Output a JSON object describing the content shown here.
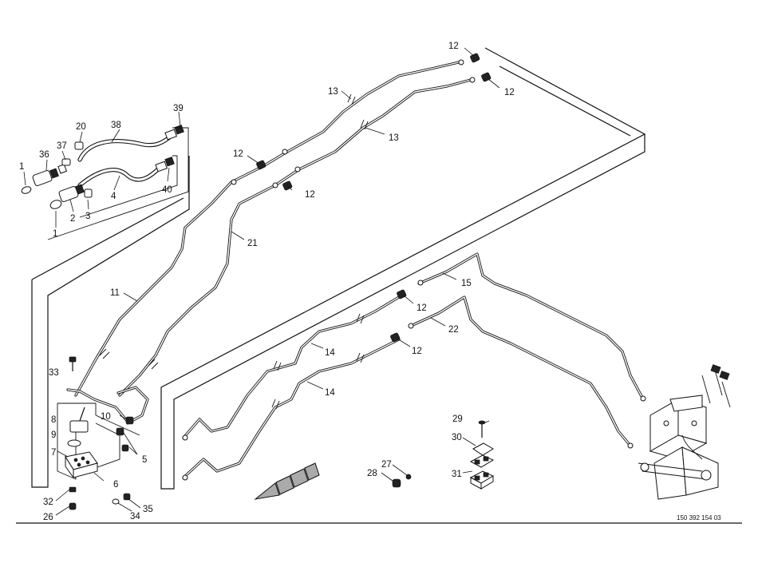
{
  "doc_number": "150 392 154 03",
  "callouts": [
    {
      "id": "c12a",
      "text": "12"
    },
    {
      "id": "c12b",
      "text": "12"
    },
    {
      "id": "c12c",
      "text": "12"
    },
    {
      "id": "c12d",
      "text": "12"
    },
    {
      "id": "c12e",
      "text": "12"
    },
    {
      "id": "c12f",
      "text": "12"
    },
    {
      "id": "c13a",
      "text": "13"
    },
    {
      "id": "c13b",
      "text": "13"
    },
    {
      "id": "c39",
      "text": "39"
    },
    {
      "id": "c38",
      "text": "38"
    },
    {
      "id": "c20",
      "text": "20"
    },
    {
      "id": "c36",
      "text": "36"
    },
    {
      "id": "c37",
      "text": "37"
    },
    {
      "id": "c1a",
      "text": "1"
    },
    {
      "id": "c4",
      "text": "4"
    },
    {
      "id": "c40",
      "text": "40"
    },
    {
      "id": "c2",
      "text": "2"
    },
    {
      "id": "c3",
      "text": "3"
    },
    {
      "id": "c1b",
      "text": "1"
    },
    {
      "id": "c21",
      "text": "21"
    },
    {
      "id": "c11",
      "text": "11"
    },
    {
      "id": "c15",
      "text": "15"
    },
    {
      "id": "c22",
      "text": "22"
    },
    {
      "id": "c14a",
      "text": "14"
    },
    {
      "id": "c14b",
      "text": "14"
    },
    {
      "id": "c33",
      "text": "33"
    },
    {
      "id": "c8",
      "text": "8"
    },
    {
      "id": "c9",
      "text": "9"
    },
    {
      "id": "c10",
      "text": "10"
    },
    {
      "id": "c7",
      "text": "7"
    },
    {
      "id": "c5",
      "text": "5"
    },
    {
      "id": "c6",
      "text": "6"
    },
    {
      "id": "c32",
      "text": "32"
    },
    {
      "id": "c26",
      "text": "26"
    },
    {
      "id": "c35",
      "text": "35"
    },
    {
      "id": "c34",
      "text": "34"
    },
    {
      "id": "c29",
      "text": "29"
    },
    {
      "id": "c30",
      "text": "30"
    },
    {
      "id": "c31",
      "text": "31"
    },
    {
      "id": "c27",
      "text": "27"
    },
    {
      "id": "c28",
      "text": "28"
    }
  ]
}
